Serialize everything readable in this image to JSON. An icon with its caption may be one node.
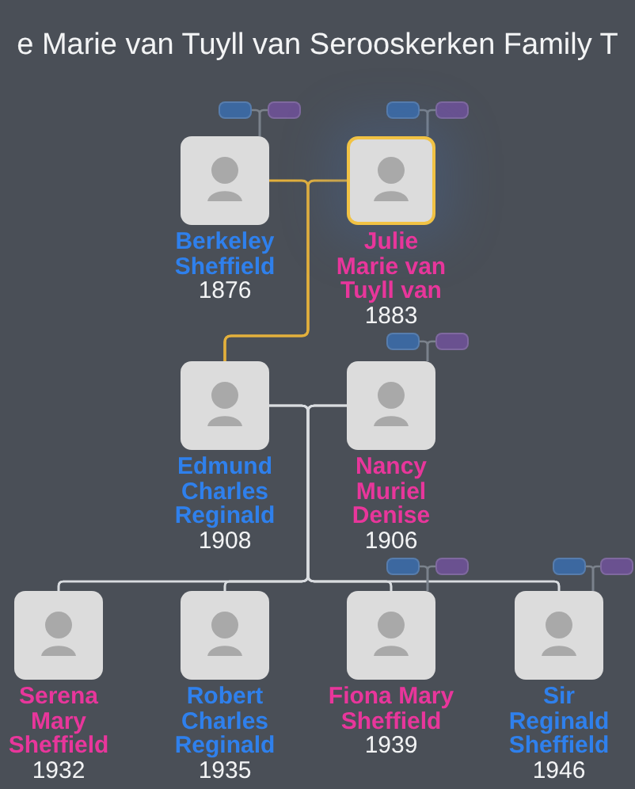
{
  "diagram": {
    "title": "e Marie van Tuyll van Serooskerken Family T",
    "nodes": [
      {
        "text": [],
        "shape": "box"
      },
      {
        "text": [],
        "shape": "box"
      },
      {
        "text": [],
        "shape": "box"
      },
      {
        "text": [],
        "shape": "box"
      },
      {
        "text": [],
        "shape": "picture",
        "beside": [
          "Berkeley Sheffield",
          "1876"
        ]
      },
      {
        "text": [],
        "shape": "picture",
        "beside": [
          "Julie Marie van Tuyll van",
          "1883"
        ]
      },
      {
        "text": [],
        "shape": "box"
      },
      {
        "text": [],
        "shape": "box"
      },
      {
        "text": [],
        "shape": "picture",
        "beside": [
          "Edmund Charles Reginald",
          "1908"
        ]
      },
      {
        "text": [],
        "shape": "picture",
        "beside": [
          "Nancy Muriel Denise",
          "1906"
        ]
      },
      {
        "text": [],
        "shape": "box"
      },
      {
        "text": [],
        "shape": "box"
      },
      {
        "text": [],
        "shape": "box"
      },
      {
        "text": [],
        "shape": "box"
      },
      {
        "text": [],
        "shape": "picture",
        "beside": [
          "Serena Mary Sheffield",
          "1932"
        ]
      },
      {
        "text": [],
        "shape": "picture",
        "beside": [
          "Robert Charles Reginald",
          "1935"
        ]
      },
      {
        "text": [],
        "shape": "picture",
        "beside": [
          "Fiona Mary Sheffield",
          "1939"
        ]
      },
      {
        "text": [],
        "shape": "picture",
        "beside": [
          "Sir Reginald Sheffield",
          "1946"
        ]
      }
    ],
    "edges": [
      {
        "from": 0,
        "to": 4,
        "arrow": "none"
      },
      {
        "from": 1,
        "to": 4,
        "arrow": "none"
      },
      {
        "from": 2,
        "to": 5,
        "arrow": "none"
      },
      {
        "from": 3,
        "to": 5,
        "arrow": "none"
      },
      {
        "from": 4,
        "to": 8,
        "arrow": "none",
        "color": "#e3b03c"
      },
      {
        "from": 5,
        "to": 8,
        "arrow": "none",
        "color": "#e3b03c"
      },
      {
        "from": 6,
        "to": 9,
        "arrow": "none"
      },
      {
        "from": 7,
        "to": 9,
        "arrow": "none"
      },
      {
        "from": 8,
        "to": 14,
        "arrow": "none",
        "color": "#d9dce0"
      },
      {
        "from": 8,
        "to": 15,
        "arrow": "none",
        "color": "#d9dce0"
      },
      {
        "from": 8,
        "to": 16,
        "arrow": "none",
        "color": "#d9dce0"
      },
      {
        "from": 8,
        "to": 17,
        "arrow": "none",
        "color": "#d9dce0"
      },
      {
        "from": 9,
        "to": 14,
        "arrow": "none",
        "color": "#d9dce0"
      },
      {
        "from": 9,
        "to": 15,
        "arrow": "none",
        "color": "#d9dce0"
      },
      {
        "from": 9,
        "to": 16,
        "arrow": "none",
        "color": "#d9dce0"
      },
      {
        "from": 9,
        "to": 17,
        "arrow": "none",
        "color": "#d9dce0"
      },
      {
        "from": 10,
        "to": 16,
        "arrow": "none"
      },
      {
        "from": 11,
        "to": 16,
        "arrow": "none"
      },
      {
        "from": 12,
        "to": 17,
        "arrow": "none"
      },
      {
        "from": 13,
        "to": 17,
        "arrow": "none"
      }
    ]
  }
}
